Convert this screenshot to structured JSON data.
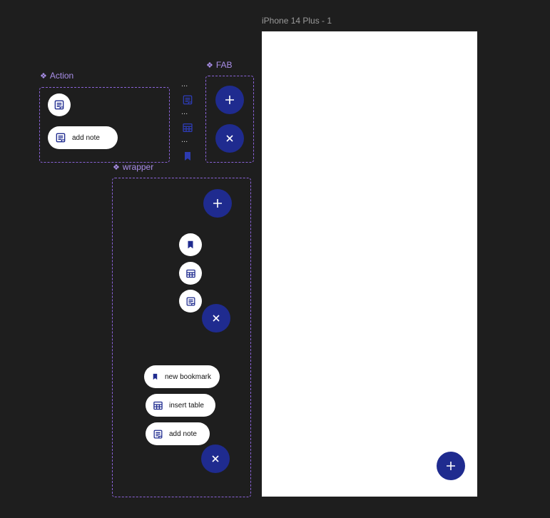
{
  "labels": {
    "action": "Action",
    "fab": "FAB",
    "wrapper": "wrapper",
    "phone_frame": "iPhone 14 Plus - 1"
  },
  "component_glyph": "❖",
  "menu_items": {
    "add_note": "add note",
    "insert_table": "insert table",
    "new_bookmark": "new bookmark"
  },
  "dots": "...",
  "colors": {
    "canvas": "#1e1e1e",
    "component_outline": "#8b63d9",
    "component_label": "#a98ee8",
    "fab": "#1f2b8f",
    "icon": "#1f2b8f",
    "surface": "#ffffff"
  },
  "icons": {
    "note": "note-icon",
    "table": "table-icon",
    "bookmark": "bookmark-icon",
    "plus": "plus-icon",
    "close": "close-icon"
  }
}
